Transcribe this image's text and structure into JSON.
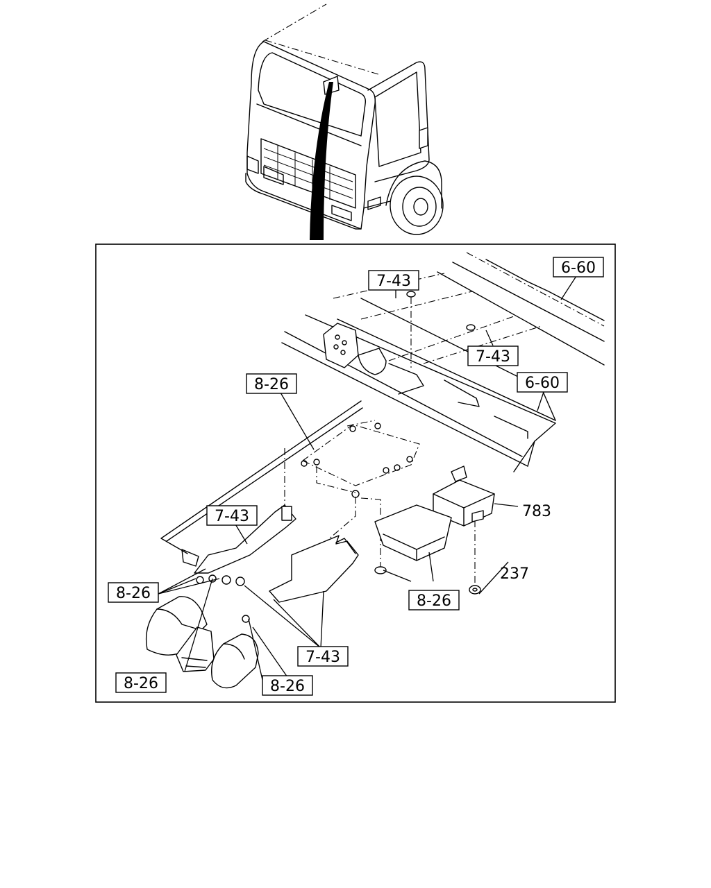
{
  "callouts": {
    "ref_7_43_top": "7-43",
    "ref_6_60_top": "6-60",
    "ref_7_43_mid": "7-43",
    "ref_6_60_mid": "6-60",
    "ref_8_26_upper": "8-26",
    "ref_7_43_left": "7-43",
    "ref_783": "783",
    "ref_237": "237",
    "ref_8_26_left": "8-26",
    "ref_8_26_right": "8-26",
    "ref_7_43_bottom": "7-43",
    "ref_8_26_bottom_left": "8-26",
    "ref_8_26_bottom_mid": "8-26"
  }
}
